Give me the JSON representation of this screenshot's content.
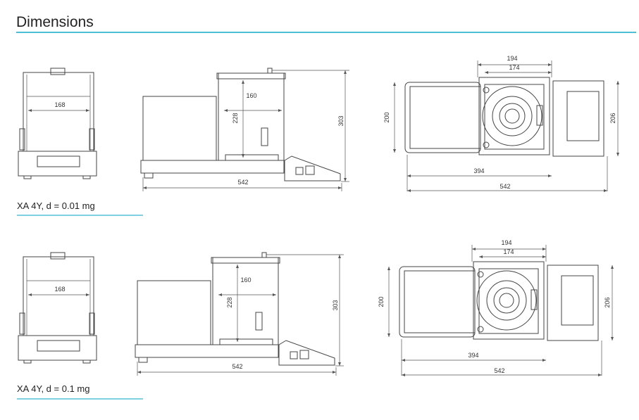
{
  "title": "Dimensions",
  "accent_color": "#4dbfd6",
  "models": [
    {
      "caption": "XA 4Y, d = 0.01 mg",
      "front": {
        "width": "168"
      },
      "side": {
        "chamber_width": "160",
        "chamber_height": "228",
        "total_height": "303",
        "total_length": "542"
      },
      "top": {
        "width_outer": "194",
        "width_inner": "174",
        "depth": "200",
        "panel_depth": "206",
        "length_body": "394",
        "length_total": "542"
      }
    },
    {
      "caption": "XA 4Y, d = 0.1 mg",
      "front": {
        "width": "168"
      },
      "side": {
        "chamber_width": "160",
        "chamber_height": "228",
        "total_height": "303",
        "total_length": "542"
      },
      "top": {
        "width_outer": "194",
        "width_inner": "174",
        "depth": "200",
        "panel_depth": "206",
        "length_body": "394",
        "length_total": "542"
      }
    }
  ]
}
